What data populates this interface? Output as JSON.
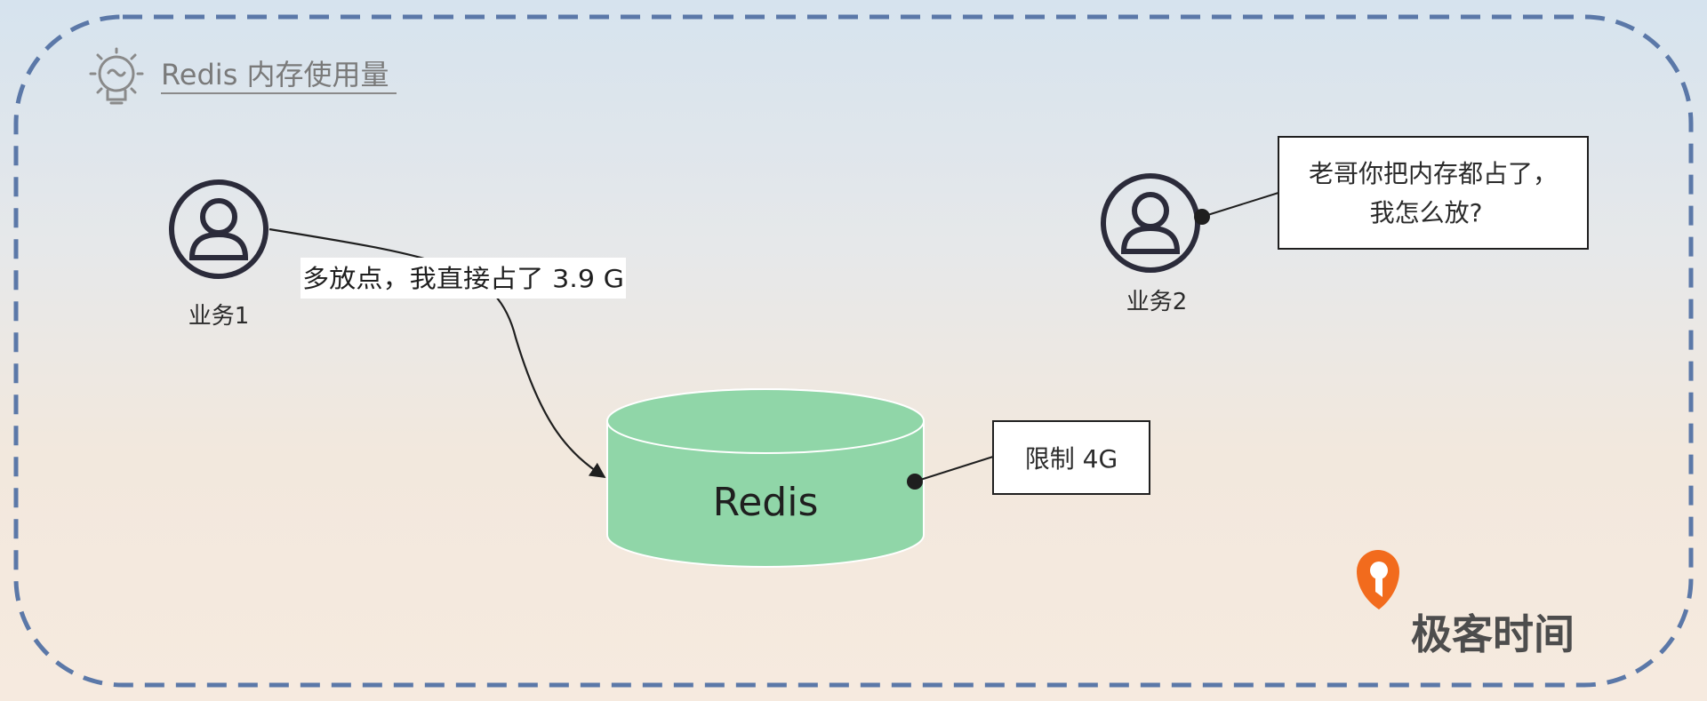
{
  "header": {
    "title": "Redis 内存使用量",
    "icon": "lightbulb-icon"
  },
  "actors": {
    "business1": {
      "label": "业务1",
      "icon": "user-icon"
    },
    "business2": {
      "label": "业务2",
      "icon": "user-icon"
    }
  },
  "edge_label": "多放点，我直接占了 3.9 G",
  "callout_business2": {
    "line1": "老哥你把内存都占了，",
    "line2": "我怎么放?"
  },
  "database": {
    "label": "Redis",
    "icon": "database-cylinder-icon"
  },
  "limit_note": "限制 4G",
  "brand": {
    "name": "极客时间",
    "icon": "geekbang-logo-icon"
  },
  "colors": {
    "border_dash": "#5b78a8",
    "actor_stroke": "#2b2b3a",
    "cylinder_fill": "#90d6a8",
    "logo_orange": "#f26b1d"
  }
}
